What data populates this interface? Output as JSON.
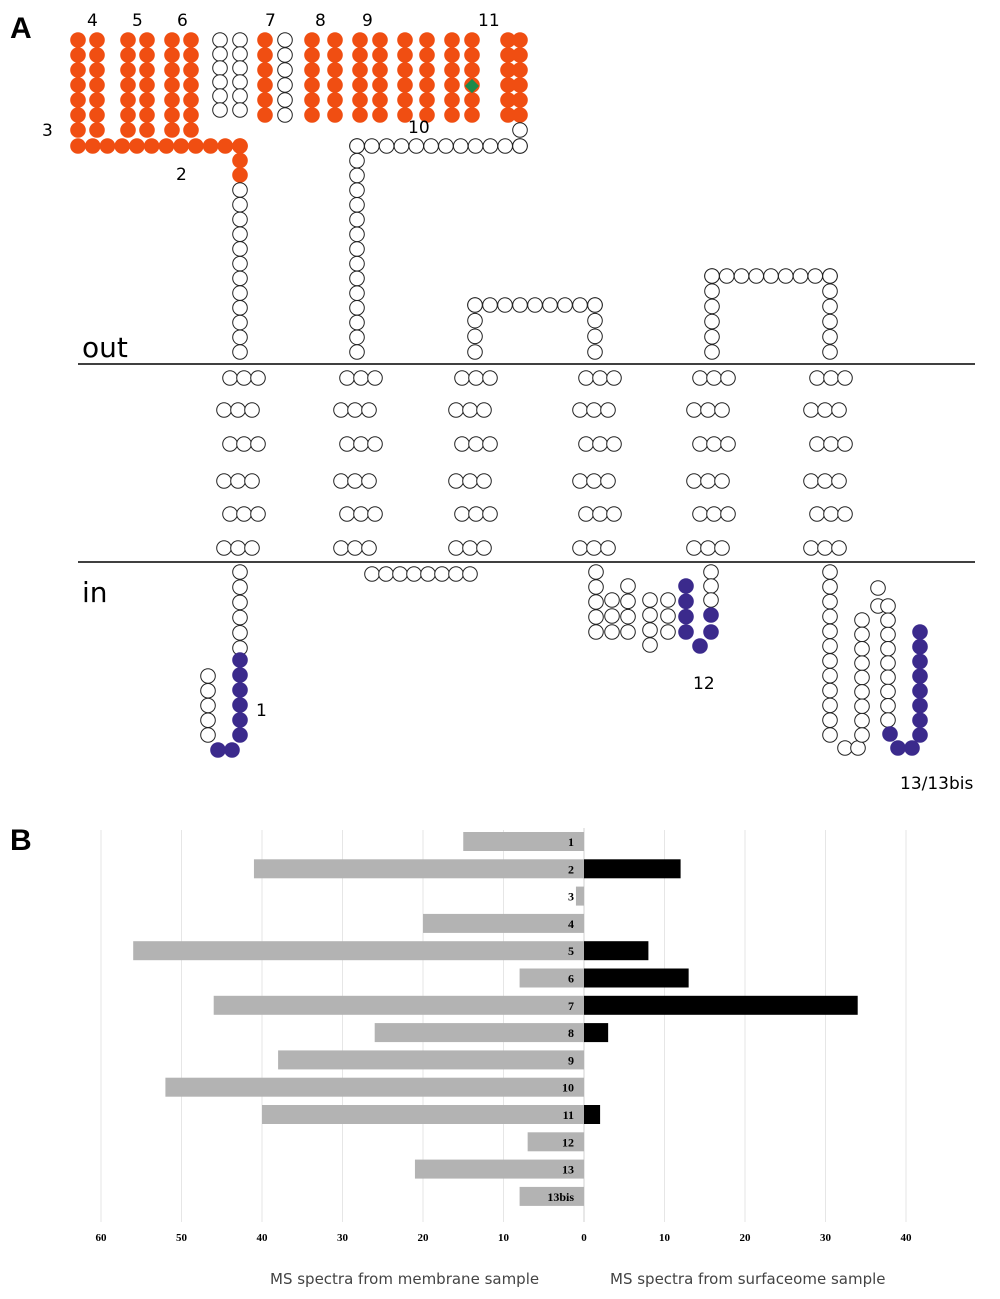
{
  "panels": {
    "a_letter": "A",
    "b_letter": "B"
  },
  "topology": {
    "out_label": "out",
    "in_label": "in",
    "peptide_labels": [
      "4",
      "5",
      "6",
      "7",
      "8",
      "9",
      "11",
      "3",
      "2",
      "10",
      "1",
      "12",
      "13/13bis"
    ],
    "colors": {
      "highlight_outer": "#f04e12",
      "highlight_inner": "#3b2a8c",
      "marker": "#1a8a4a",
      "membrane": "#000000"
    }
  },
  "chart_data": {
    "type": "bar",
    "orientation": "horizontal",
    "categories": [
      "1",
      "2",
      "3",
      "4",
      "5",
      "6",
      "7",
      "8",
      "9",
      "10",
      "11",
      "12",
      "13",
      "13bis"
    ],
    "series": [
      {
        "name": "MS spectra from membrane sample",
        "values": [
          15,
          41,
          1,
          20,
          56,
          8,
          46,
          26,
          38,
          52,
          40,
          7,
          21,
          8
        ],
        "color": "#b3b3b3"
      },
      {
        "name": "MS spectra from surfaceome sample",
        "values": [
          0,
          12,
          0,
          0,
          8,
          13,
          34,
          3,
          0,
          0,
          2,
          0,
          0,
          0
        ],
        "color": "#000000"
      }
    ],
    "xticks": [
      "60",
      "50",
      "40",
      "30",
      "20",
      "10",
      "0",
      "10",
      "20",
      "30",
      "40"
    ],
    "xlim_left": 60,
    "xlim_right": 40,
    "xlabel_left": "MS spectra from membrane sample",
    "xlabel_right": "MS spectra from surfaceome sample",
    "grid": true
  }
}
